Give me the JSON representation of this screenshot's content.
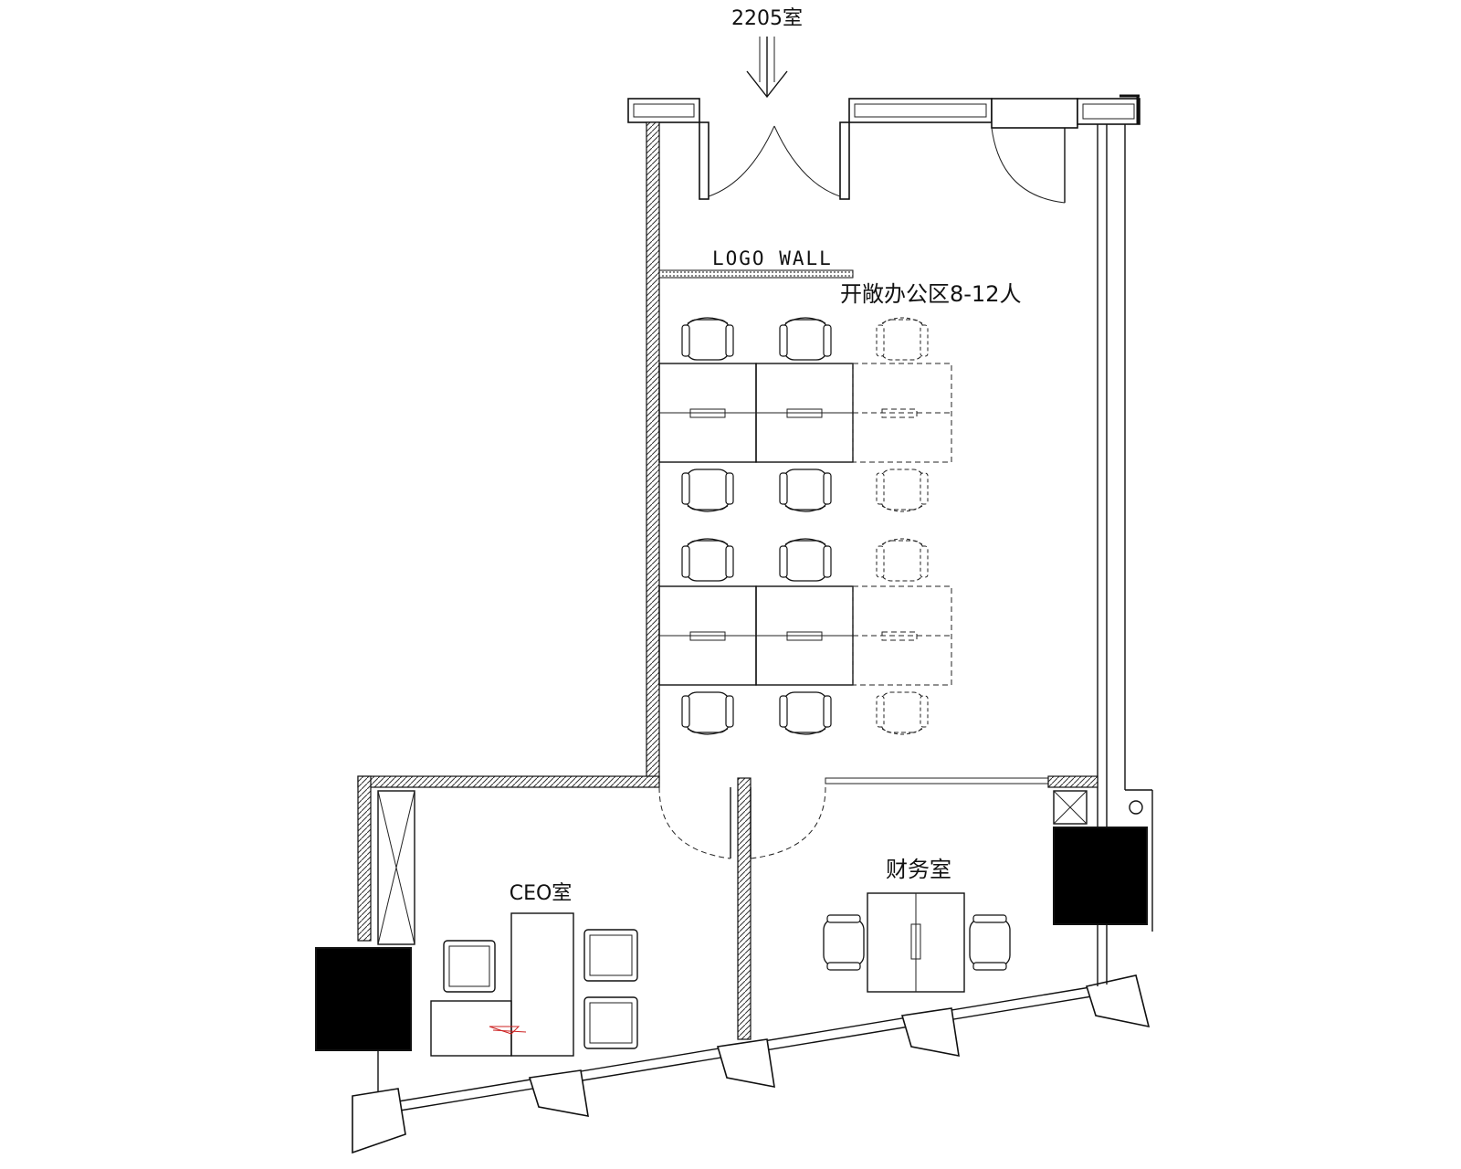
{
  "labels": {
    "room_2205": "2205室",
    "logo_wall": "LOGO WALL",
    "open_office": "开敞办公区8-12人",
    "ceo_room": "CEO室",
    "finance_room": "财务室"
  },
  "colors": {
    "line": "#111111",
    "column_fill": "#000000",
    "accent_red": "#cc2222"
  },
  "icons": [
    "entry-arrow-icon",
    "office-chair-icon",
    "door-swing-icon"
  ]
}
